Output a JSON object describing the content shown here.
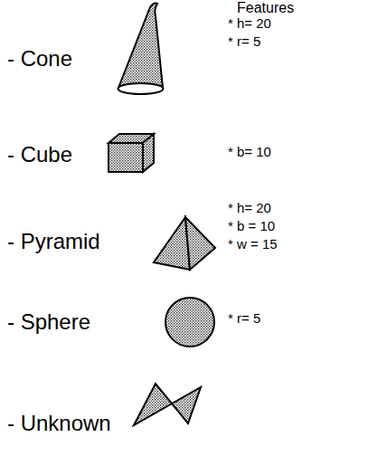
{
  "diagram": {
    "labels": [
      "Features",
      "- Cone",
      "* h= 20",
      "* r= 5",
      "- Cube",
      "* b= 10",
      "- Pyramid",
      "* h= 20",
      "* b = 10",
      "* w = 15",
      "- Sphere",
      "* r= 5",
      "- Unknown"
    ]
  }
}
